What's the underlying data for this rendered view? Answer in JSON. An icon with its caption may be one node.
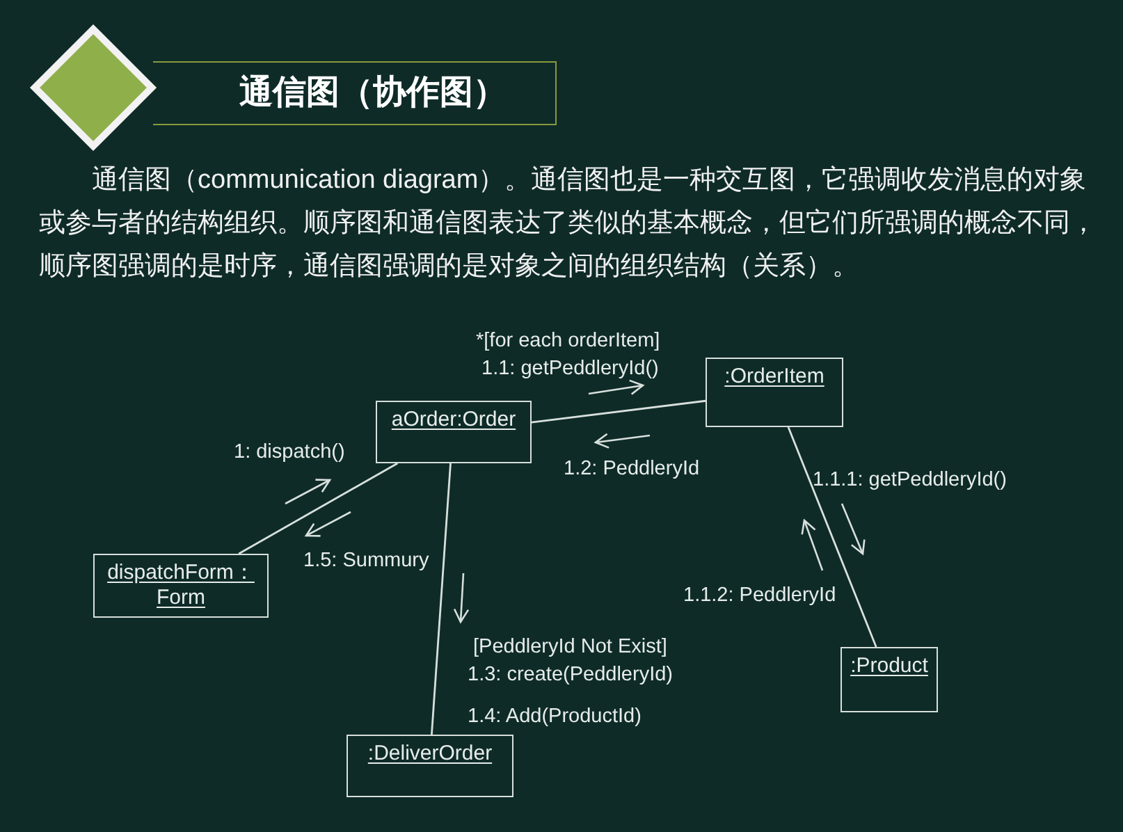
{
  "diagram": {
    "nodes": [
      {
        "text": [
          "通信图（协作图）"
        ]
      },
      {
        "text": [
          "aOrder:Order"
        ]
      },
      {
        "text": [
          ":OrderItem"
        ]
      },
      {
        "text": [
          "dispatchForm：Form"
        ]
      },
      {
        "text": [
          ":Product"
        ]
      },
      {
        "text": [
          ":DeliverOrder"
        ]
      }
    ],
    "edges": [
      {
        "from": 3,
        "to": 1,
        "arrow": "none"
      },
      {
        "from": 1,
        "to": 2,
        "arrow": "none"
      },
      {
        "from": 2,
        "to": 4,
        "arrow": "none"
      },
      {
        "from": 1,
        "to": 5,
        "arrow": "none"
      }
    ],
    "labels": [
      "通信图（communication diagram）。通信图也是一种交互图，它强调收发消息的对象或参与者的结构组织。顺序图和通信图表达了类似的基本概念，但它们所强调的概念不同，顺序图强调的是时序，通信图强调的是对象之间的组织结构（关系）。",
      "*[for each orderItem]",
      "1.1: getPeddleryId()",
      "1: dispatch()",
      "1.2: PeddleryId",
      "1.1.1: getPeddleryId()",
      "1.5: Summury",
      "1.1.2: PeddleryId",
      "[PeddleryId Not Exist]",
      "1.3: create(PeddleryId)",
      "1.4: Add(ProductId)"
    ]
  }
}
